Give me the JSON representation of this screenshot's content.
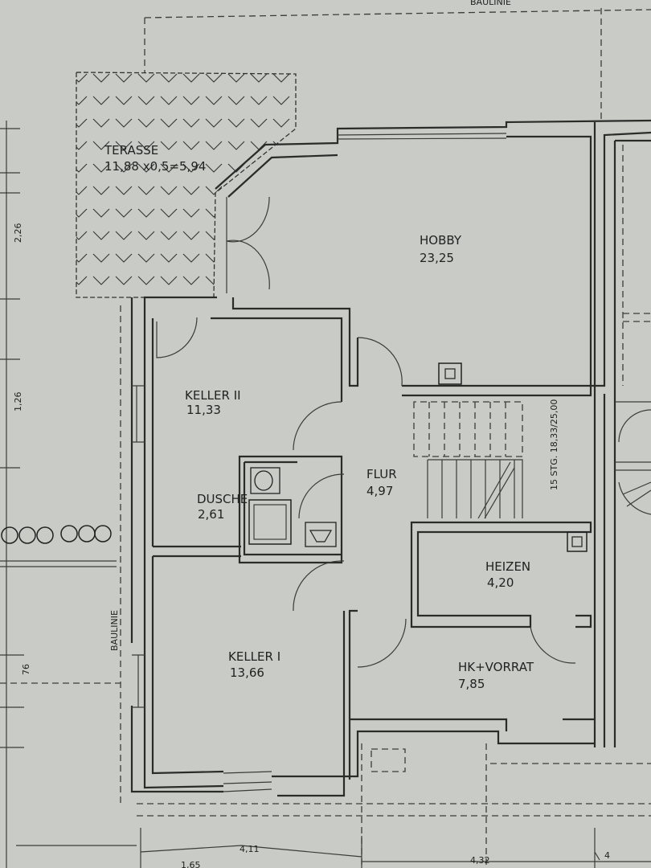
{
  "plan": {
    "top_label": "BAULINIE",
    "side_label": "BAULINIE",
    "rooms": {
      "terrace": {
        "name": "TERASSE",
        "area": "11,88 x0,5=5,94"
      },
      "hobby": {
        "name": "HOBBY",
        "area": "23,25"
      },
      "keller2": {
        "name": "KELLER II",
        "area": "11,33"
      },
      "dusche": {
        "name": "DUSCHE",
        "area": "2,61"
      },
      "flur": {
        "name": "FLUR",
        "area": "4,97"
      },
      "heizen": {
        "name": "HEIZEN",
        "area": "4,20"
      },
      "vorrat": {
        "name": "HK+VORRAT",
        "area": "7,85"
      },
      "keller1": {
        "name": "KELLER I",
        "area": "13,66"
      }
    },
    "stairs": "15 STG. 18,33/25,00",
    "dimensions": {
      "left_1": "2,26",
      "left_2": "1,26",
      "left_3": "76",
      "bottom_1": "4,11",
      "bottom_2": "1,65",
      "bottom_3": "4,32",
      "bottom_4": "4"
    }
  }
}
